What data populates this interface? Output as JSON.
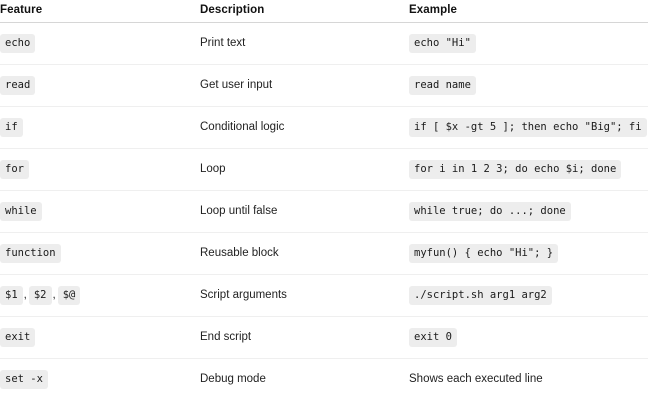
{
  "table": {
    "columns": [
      {
        "key": "feature",
        "label": "Feature"
      },
      {
        "key": "description",
        "label": "Description"
      },
      {
        "key": "example",
        "label": "Example"
      }
    ],
    "rows": [
      {
        "feature_chips": [
          "echo"
        ],
        "description": "Print text",
        "example": "echo \"Hi\"",
        "example_is_code": true
      },
      {
        "feature_chips": [
          "read"
        ],
        "description": "Get user input",
        "example": "read name",
        "example_is_code": true
      },
      {
        "feature_chips": [
          "if"
        ],
        "description": "Conditional logic",
        "example": "if [ $x -gt 5 ]; then echo \"Big\"; fi",
        "example_is_code": true
      },
      {
        "feature_chips": [
          "for"
        ],
        "description": "Loop",
        "example": "for i in 1 2 3; do echo $i; done",
        "example_is_code": true
      },
      {
        "feature_chips": [
          "while"
        ],
        "description": "Loop until false",
        "example": "while true; do ...; done",
        "example_is_code": true
      },
      {
        "feature_chips": [
          "function"
        ],
        "description": "Reusable block",
        "example": "myfun() { echo \"Hi\"; }",
        "example_is_code": true
      },
      {
        "feature_chips": [
          "$1",
          "$2",
          "$@"
        ],
        "description": "Script arguments",
        "example": "./script.sh arg1 arg2",
        "example_is_code": true
      },
      {
        "feature_chips": [
          "exit"
        ],
        "description": "End script",
        "example": "exit 0",
        "example_is_code": true
      },
      {
        "feature_chips": [
          "set -x"
        ],
        "description": "Debug mode",
        "example": "Shows each executed line",
        "example_is_code": false
      }
    ],
    "chip_separator": ","
  },
  "colors": {
    "page_background": "#ffffff",
    "text": "#222222",
    "header_text": "#111111",
    "header_rule": "#d6d6d6",
    "row_rule": "#efefef",
    "code_chip_background": "#ededed",
    "code_chip_text": "#1a1a1a"
  }
}
